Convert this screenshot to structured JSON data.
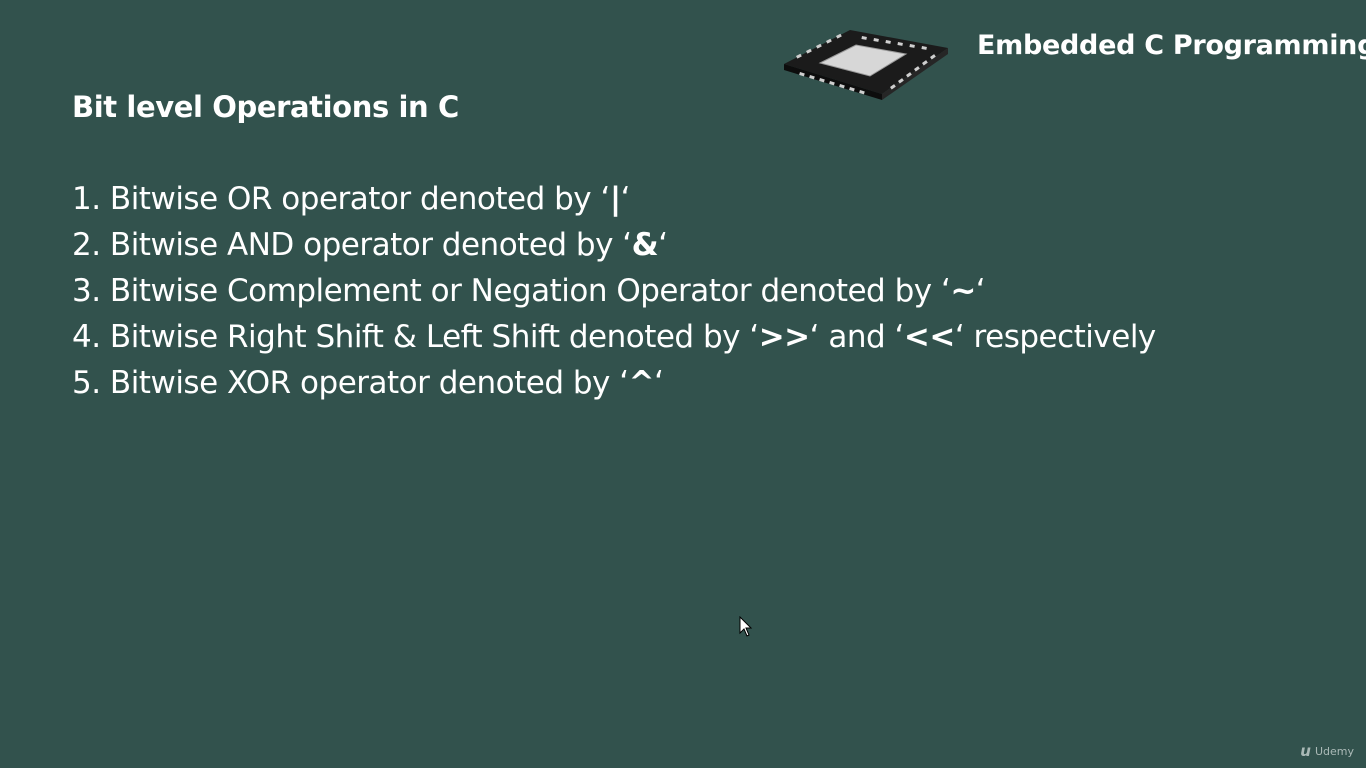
{
  "header": {
    "brand_title": "Embedded C Programming"
  },
  "slide": {
    "title": "Bit level Operations in C",
    "items": [
      {
        "prefix": "1. Bitwise OR operator denoted by ‘",
        "symbol": "|",
        "suffix": "‘"
      },
      {
        "prefix": "2. Bitwise AND operator denoted by ‘",
        "symbol": "&",
        "suffix": "‘"
      },
      {
        "prefix": "3. Bitwise Complement or Negation Operator denoted by ‘",
        "symbol": "~",
        "suffix": "‘"
      },
      {
        "prefix": "4. Bitwise Right Shift & Left Shift denoted by ‘",
        "symbol": ">>",
        "middle": "‘ and ‘",
        "symbol2": "<<",
        "suffix": "‘ respectively"
      },
      {
        "prefix": "5. Bitwise XOR operator denoted by ‘",
        "symbol": "^",
        "suffix": "‘"
      }
    ]
  },
  "watermark": {
    "logo_glyph": "u",
    "label": "Udemy"
  },
  "icons": {
    "chip": "microchip-icon",
    "cursor": "mouse-cursor-icon"
  },
  "colors": {
    "background": "#32524d",
    "text": "#ffffff"
  }
}
